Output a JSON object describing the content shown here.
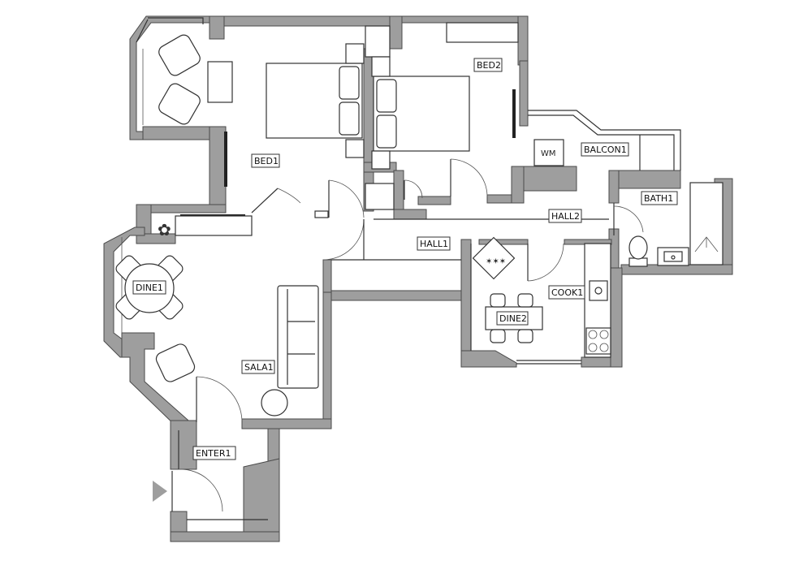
{
  "rooms": {
    "bed1": "BED1",
    "bed2": "BED2",
    "balcon1": "BALCON1",
    "bath1": "BATH1",
    "hall1": "HALL1",
    "hall2": "HALL2",
    "dine1": "DINE1",
    "dine2": "DINE2",
    "cook1": "COOK1",
    "sala1": "SALA1",
    "enter1": "ENTER1"
  },
  "fixtures": {
    "washing_machine": "WM"
  },
  "icons": {
    "entry": "entry-arrow-icon",
    "plant": "plant-icon"
  },
  "colors": {
    "wall": "#9e9e9e",
    "line": "#333333",
    "background": "#ffffff"
  }
}
